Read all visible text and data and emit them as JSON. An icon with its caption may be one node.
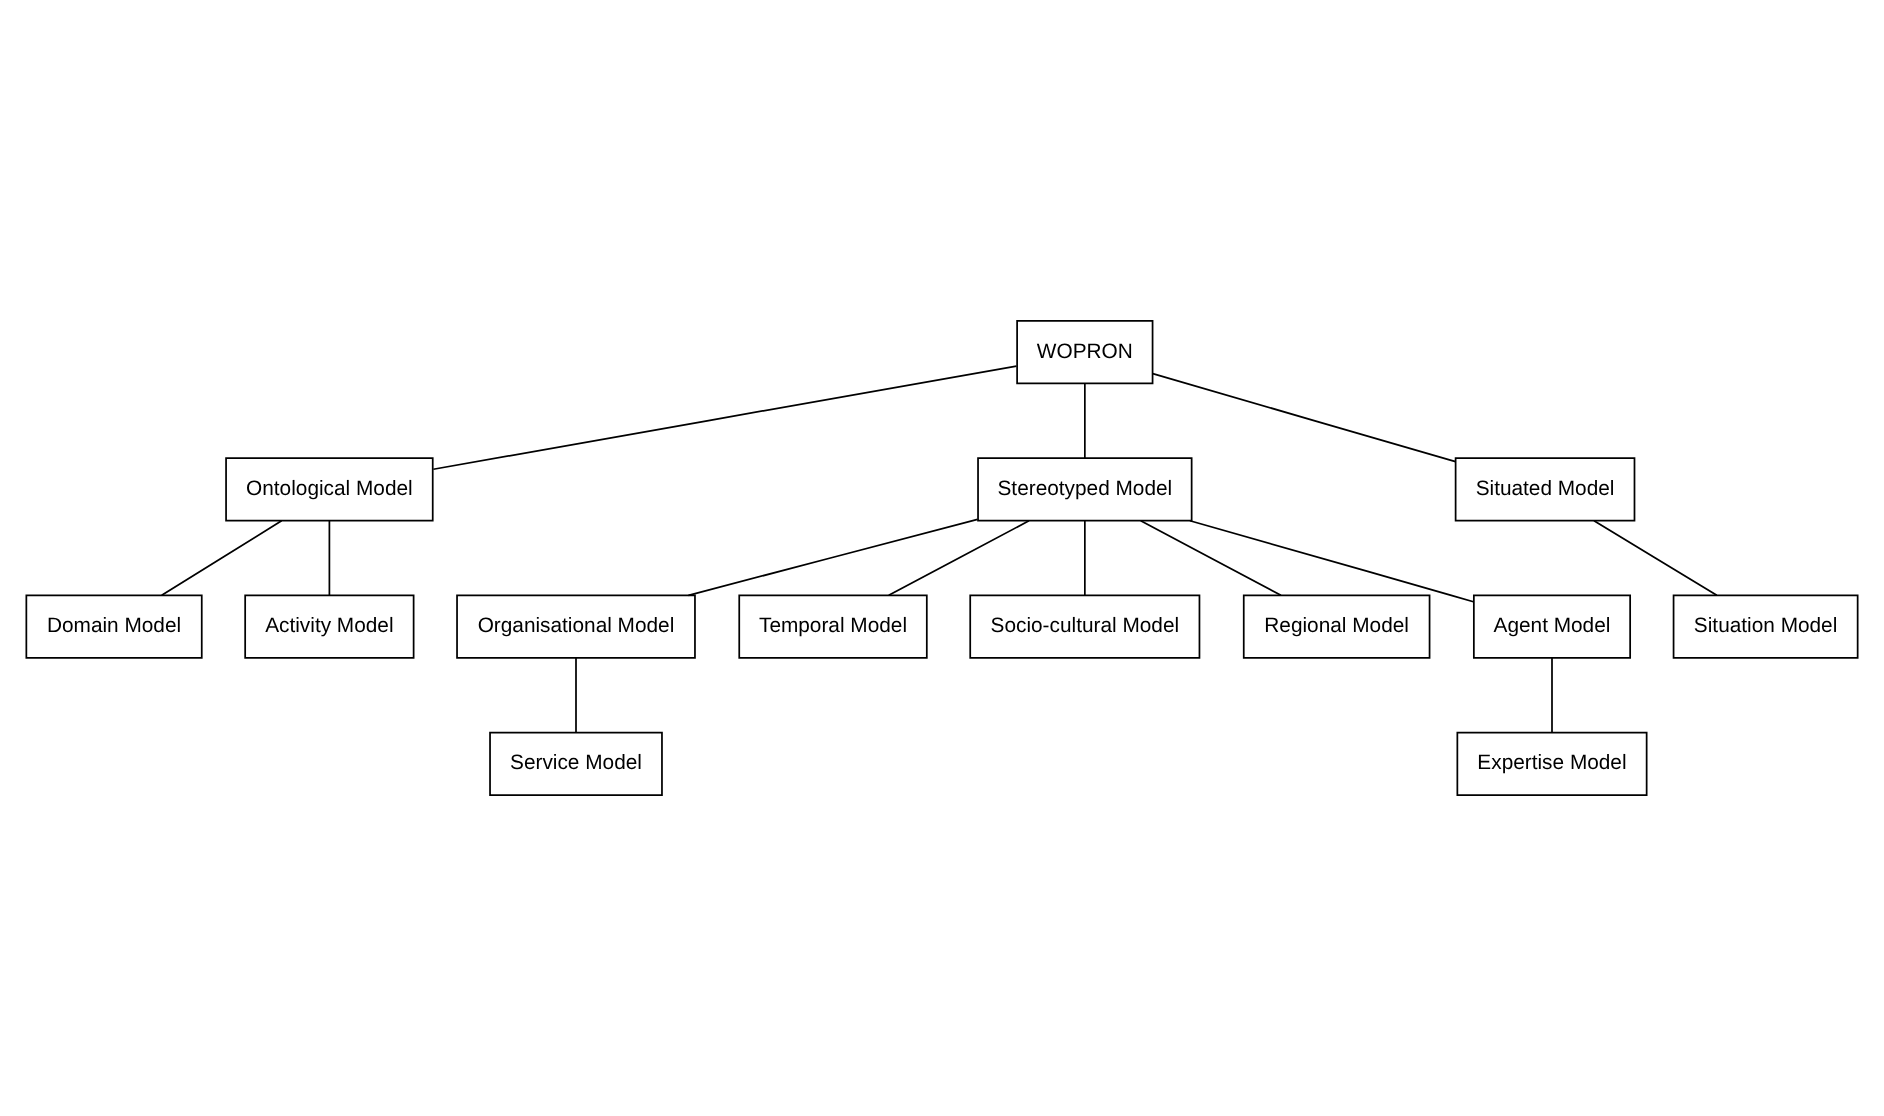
{
  "diagram": {
    "nodes": [
      {
        "text": [
          "WOPRON"
        ]
      },
      {
        "text": [
          "Ontological Model"
        ]
      },
      {
        "text": [
          "Stereotyped Model"
        ]
      },
      {
        "text": [
          "Situated Model"
        ]
      },
      {
        "text": [
          "Domain Model"
        ]
      },
      {
        "text": [
          "Activity Model"
        ]
      },
      {
        "text": [
          "Organisational Model"
        ]
      },
      {
        "text": [
          "Temporal Model"
        ]
      },
      {
        "text": [
          "Socio-cultural Model"
        ]
      },
      {
        "text": [
          "Regional Model"
        ]
      },
      {
        "text": [
          "Agent Model"
        ]
      },
      {
        "text": [
          "Service Model"
        ]
      },
      {
        "text": [
          "Expertise Model"
        ]
      },
      {
        "text": [
          "Situation Model"
        ]
      }
    ],
    "edges": [
      {
        "from": 0,
        "to": 1,
        "arrow": "none"
      },
      {
        "from": 0,
        "to": 2,
        "arrow": "none"
      },
      {
        "from": 0,
        "to": 3,
        "arrow": "none"
      },
      {
        "from": 1,
        "to": 4,
        "arrow": "none"
      },
      {
        "from": 1,
        "to": 5,
        "arrow": "none"
      },
      {
        "from": 2,
        "to": 6,
        "arrow": "none"
      },
      {
        "from": 2,
        "to": 7,
        "arrow": "none"
      },
      {
        "from": 2,
        "to": 8,
        "arrow": "none"
      },
      {
        "from": 2,
        "to": 9,
        "arrow": "none"
      },
      {
        "from": 2,
        "to": 10,
        "arrow": "none"
      },
      {
        "from": 6,
        "to": 11,
        "arrow": "none"
      },
      {
        "from": 10,
        "to": 12,
        "arrow": "none"
      },
      {
        "from": 3,
        "to": 13,
        "arrow": "none"
      }
    ]
  }
}
